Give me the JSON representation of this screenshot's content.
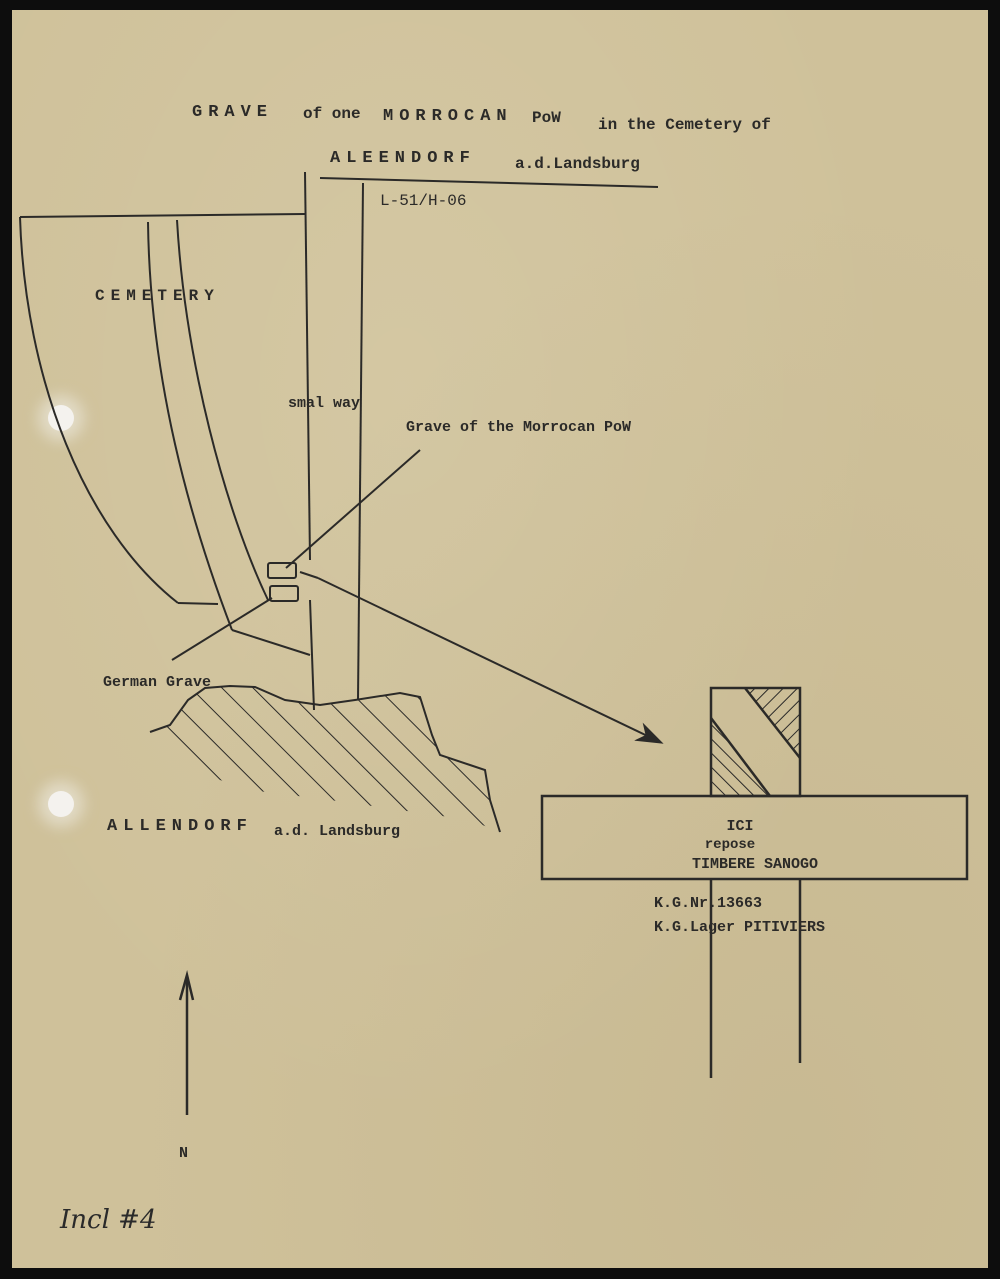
{
  "header": {
    "title_word1": "GRAVE",
    "title_part2": "of one",
    "title_word2": "MORROCAN",
    "title_part3": "PoW",
    "title_part4": "in the Cemetery of",
    "place_caps": "ALEENDORF",
    "place_suffix": "a.d.Landsburg",
    "reference": "L-51/H-06"
  },
  "map": {
    "cemetery_label": "CEMETERY",
    "way_label": "smal way",
    "grave_label": "Grave of the Morrocan PoW",
    "german_grave_label": "German Grave",
    "town_caps": "ALLENDORF",
    "town_suffix": "a.d. Landsburg",
    "north_label": "N"
  },
  "cross": {
    "line1": "ICI",
    "line2": "repose",
    "line3": "TIMBERE SANOGO",
    "kg_number": "K.G.Nr.13663",
    "kg_lager": "K.G.Lager PITIVIERS"
  },
  "annotation": {
    "handwritten": "Incl #4"
  },
  "colors": {
    "paper": "#cfc19a",
    "ink": "#2b2a28"
  }
}
